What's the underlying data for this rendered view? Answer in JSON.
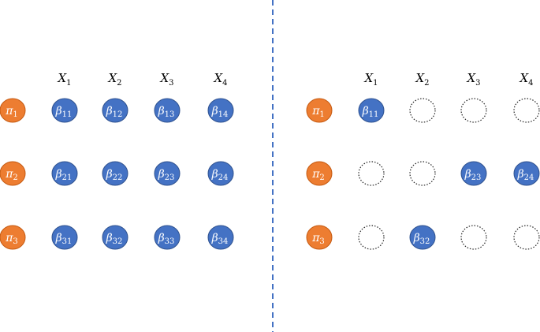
{
  "colors": {
    "pi_fill": "#ED7D31",
    "pi_stroke": "#C55A11",
    "beta_fill": "#4472C4",
    "beta_stroke": "#2F528F",
    "empty_stroke": "#222222",
    "divider": "#4472C4"
  },
  "columns": [
    {
      "base": "X",
      "sub": "1"
    },
    {
      "base": "X",
      "sub": "2"
    },
    {
      "base": "X",
      "sub": "3"
    },
    {
      "base": "X",
      "sub": "4"
    }
  ],
  "rows": [
    {
      "base": "π",
      "sub": "1"
    },
    {
      "base": "π",
      "sub": "2"
    },
    {
      "base": "π",
      "sub": "3"
    }
  ],
  "panels": [
    {
      "name": "full-model",
      "cells": [
        [
          {
            "base": "β",
            "sub": "11"
          },
          {
            "base": "β",
            "sub": "12"
          },
          {
            "base": "β",
            "sub": "13"
          },
          {
            "base": "β",
            "sub": "14"
          }
        ],
        [
          {
            "base": "β",
            "sub": "21"
          },
          {
            "base": "β",
            "sub": "22"
          },
          {
            "base": "β",
            "sub": "23"
          },
          {
            "base": "β",
            "sub": "24"
          }
        ],
        [
          {
            "base": "β",
            "sub": "31"
          },
          {
            "base": "β",
            "sub": "32"
          },
          {
            "base": "β",
            "sub": "33"
          },
          {
            "base": "β",
            "sub": "34"
          }
        ]
      ]
    },
    {
      "name": "sparse-model",
      "cells": [
        [
          {
            "base": "β",
            "sub": "11"
          },
          null,
          null,
          null
        ],
        [
          null,
          null,
          {
            "base": "β",
            "sub": "23"
          },
          {
            "base": "β",
            "sub": "24"
          }
        ],
        [
          null,
          {
            "base": "β",
            "sub": "32"
          },
          null,
          null
        ]
      ]
    }
  ]
}
